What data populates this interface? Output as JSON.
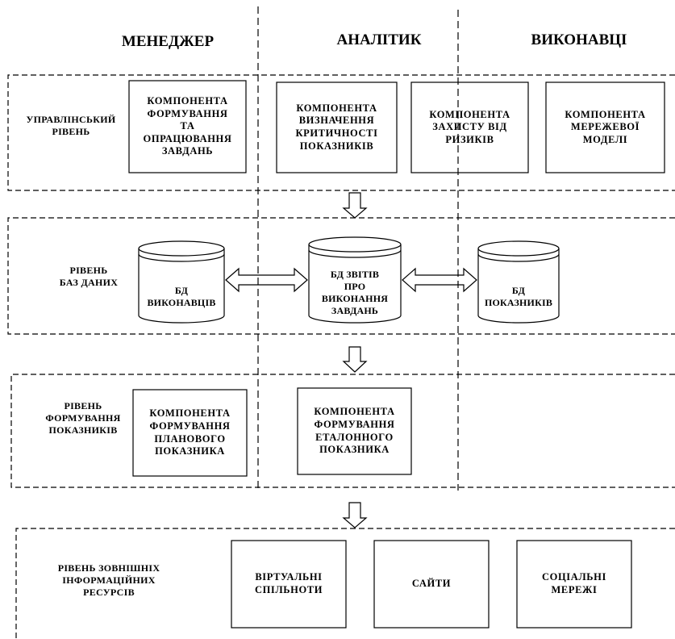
{
  "columns": {
    "manager": "МЕНЕДЖЕР",
    "analyst": "АНАЛІТИК",
    "executors": "ВИКОНАВЦІ"
  },
  "levels": {
    "management": "УПРАВЛІНСЬКИЙ\nРІВЕНЬ",
    "databases": "РІВЕНЬ\nБАЗ ДАНИХ",
    "indicators": "РІВЕНЬ\nФОРМУВАННЯ\nПОКАЗНИКІВ",
    "external": "РІВЕНЬ ЗОВНІШНІХ\nІНФОРМАЦІЙНИХ\nРЕСУРСІВ"
  },
  "management_components": [
    "КОМПОНЕНТА\nФОРМУВАННЯ\nТА\nОПРАЦЮВАННЯ\nЗАВДАНЬ",
    "КОМПОНЕНТА\nВИЗНАЧЕННЯ\nКРИТИЧНОСТІ\nПОКАЗНИКІВ",
    "КОМПОНЕНТА\nЗАХИСТУ ВІД\nРИЗИКІВ",
    "КОМПОНЕНТА\nМЕРЕЖЕВОЇ\nМОДЕЛІ"
  ],
  "databases": [
    "БД\nВИКОНАВЦІВ",
    "БД ЗВІТІВ\nПРО\nВИКОНАННЯ\nЗАВДАНЬ",
    "БД\nПОКАЗНИКІВ"
  ],
  "indicator_components": [
    "КОМПОНЕНТА\nФОРМУВАННЯ\nПЛАНОВОГО\nПОКАЗНИКА",
    "КОМПОНЕНТА\nФОРМУВАННЯ\nЕТАЛОННОГО\nПОКАЗНИКА"
  ],
  "external_resources": [
    "ВІРТУАЛЬНІ\nСПІЛЬНОТИ",
    "САЙТИ",
    "СОЦІАЛЬНІ\nМЕРЕЖІ"
  ]
}
